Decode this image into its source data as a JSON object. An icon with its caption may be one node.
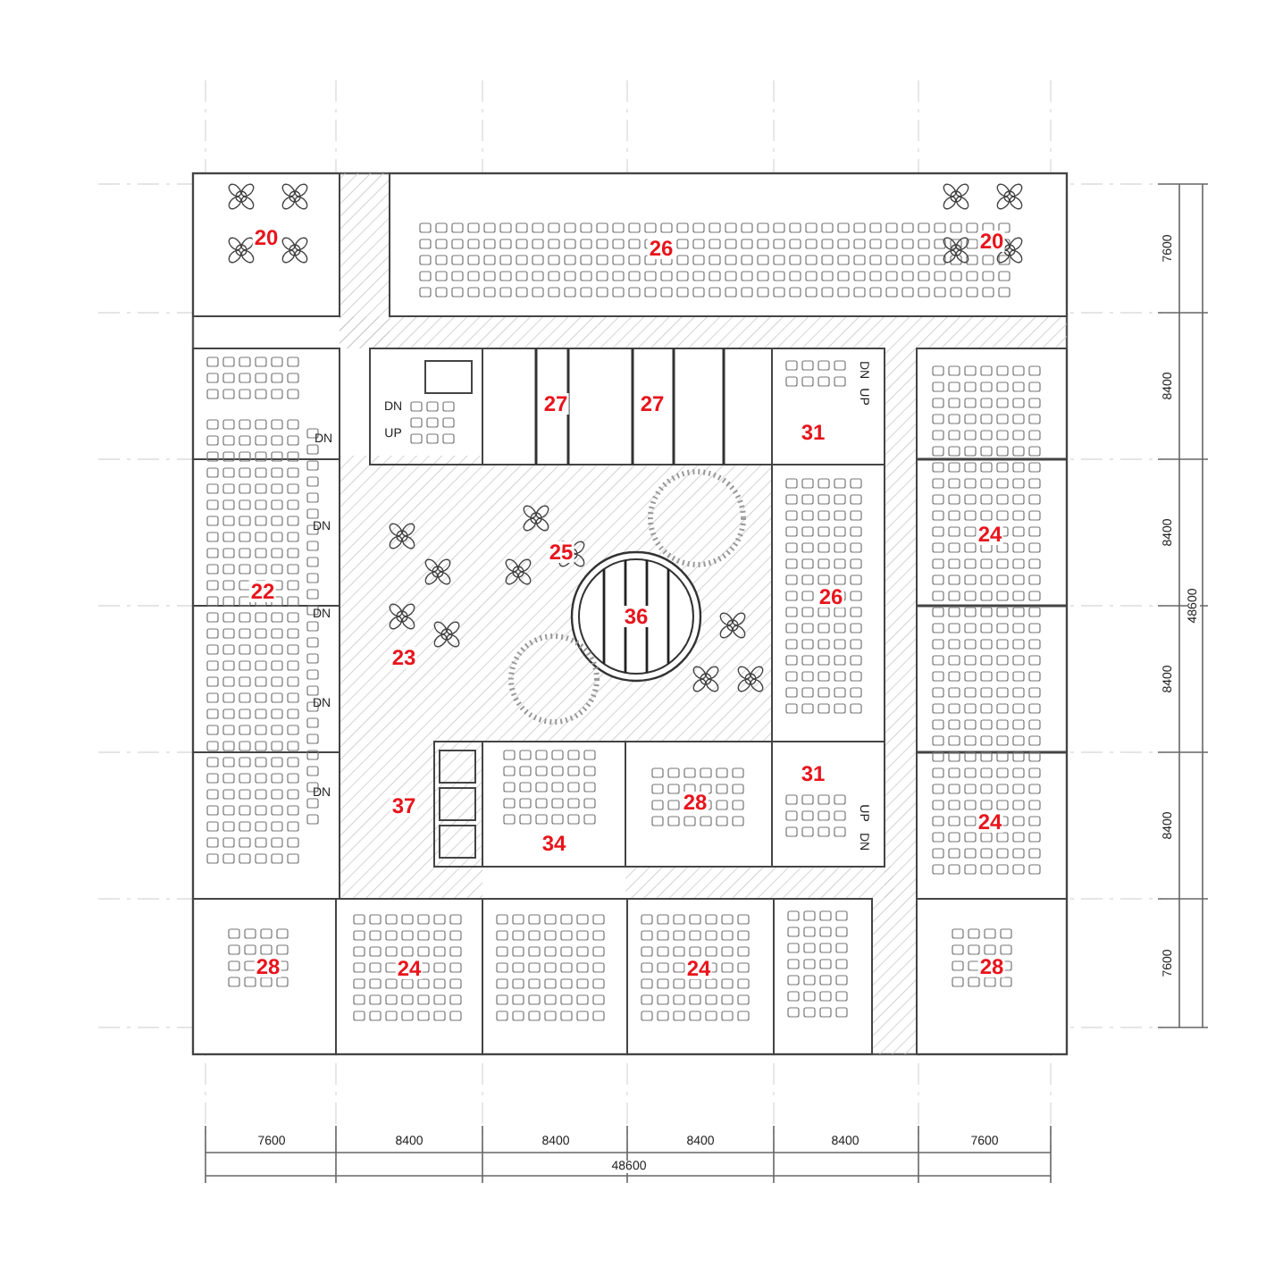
{
  "diagram": {
    "labels": [
      "20",
      "26",
      "20",
      "DN",
      "DN",
      "27",
      "27",
      "UP",
      "31",
      "UP",
      "DN",
      "DN",
      "24",
      "25",
      "22",
      "26",
      "DN",
      "36",
      "23",
      "DN",
      "31",
      "DN",
      "37",
      "28",
      "UP",
      "24",
      "34",
      "DN",
      "28",
      "24",
      "24",
      "28",
      "7600",
      "8400",
      "8400",
      "8400",
      "8400",
      "7600",
      "48600",
      "7600",
      "8400",
      "8400",
      "8400",
      "8400",
      "7600",
      "48600"
    ]
  }
}
